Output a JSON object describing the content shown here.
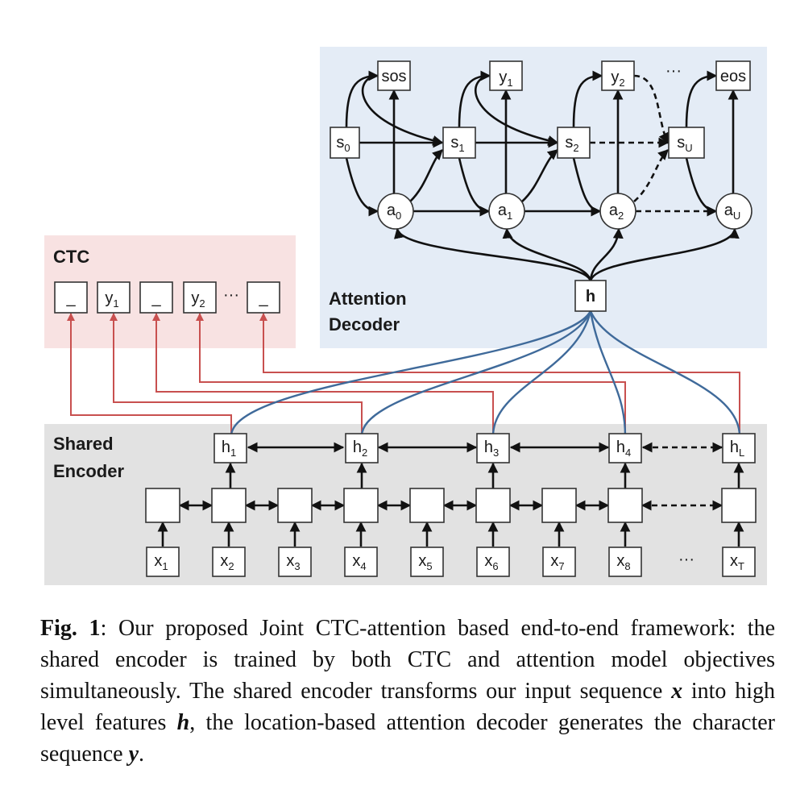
{
  "diagram": {
    "regions": {
      "attention": {
        "title_line1": "Attention",
        "title_line2": "Decoder",
        "fill": "#e4ecf6"
      },
      "ctc": {
        "title": "CTC",
        "fill": "#f8e2e2"
      },
      "encoder": {
        "title_line1": "Shared",
        "title_line2": "Encoder",
        "fill": "#e2e2e2"
      }
    },
    "colors": {
      "ctc_lines": "#c8504f",
      "attention_lines": "#3f6a9a",
      "arrows": "#111111"
    },
    "decoder": {
      "outputs": [
        {
          "main": "sos",
          "sub": ""
        },
        {
          "main": "y",
          "sub": "1"
        },
        {
          "main": "y",
          "sub": "2"
        },
        {
          "main": "eos",
          "sub": ""
        }
      ],
      "output_ellipsis": "···",
      "states": [
        {
          "main": "s",
          "sub": "0"
        },
        {
          "main": "s",
          "sub": "1"
        },
        {
          "main": "s",
          "sub": "2"
        },
        {
          "main": "s",
          "sub": "U"
        }
      ],
      "attentions": [
        {
          "main": "a",
          "sub": "0"
        },
        {
          "main": "a",
          "sub": "1"
        },
        {
          "main": "a",
          "sub": "2"
        },
        {
          "main": "a",
          "sub": "U"
        }
      ],
      "h": "h"
    },
    "ctc": {
      "outputs": [
        {
          "main": "_",
          "sub": ""
        },
        {
          "main": "y",
          "sub": "1"
        },
        {
          "main": "_",
          "sub": ""
        },
        {
          "main": "y",
          "sub": "2"
        },
        {
          "main": "_",
          "sub": ""
        }
      ],
      "ellipsis": "···"
    },
    "encoder": {
      "hidden": [
        {
          "main": "h",
          "sub": "1"
        },
        {
          "main": "h",
          "sub": "2"
        },
        {
          "main": "h",
          "sub": "3"
        },
        {
          "main": "h",
          "sub": "4"
        },
        {
          "main": "h",
          "sub": "L"
        }
      ],
      "inputs": [
        {
          "main": "x",
          "sub": "1"
        },
        {
          "main": "x",
          "sub": "2"
        },
        {
          "main": "x",
          "sub": "3"
        },
        {
          "main": "x",
          "sub": "4"
        },
        {
          "main": "x",
          "sub": "5"
        },
        {
          "main": "x",
          "sub": "6"
        },
        {
          "main": "x",
          "sub": "7"
        },
        {
          "main": "x",
          "sub": "8"
        },
        {
          "main": "x",
          "sub": "T"
        }
      ],
      "input_ellipsis": "···"
    }
  },
  "caption": {
    "label": "Fig. 1",
    "part1": ": Our proposed Joint CTC-attention based end-to-end framework: the shared encoder is trained by both CTC and attention model objectives simultaneously. The shared encoder transforms our input sequence ",
    "var_x": "x",
    "part2": " into high level features ",
    "var_h": "h",
    "part3": ", the location-based attention decoder generates the character sequence ",
    "var_y": "y",
    "part4": "."
  }
}
